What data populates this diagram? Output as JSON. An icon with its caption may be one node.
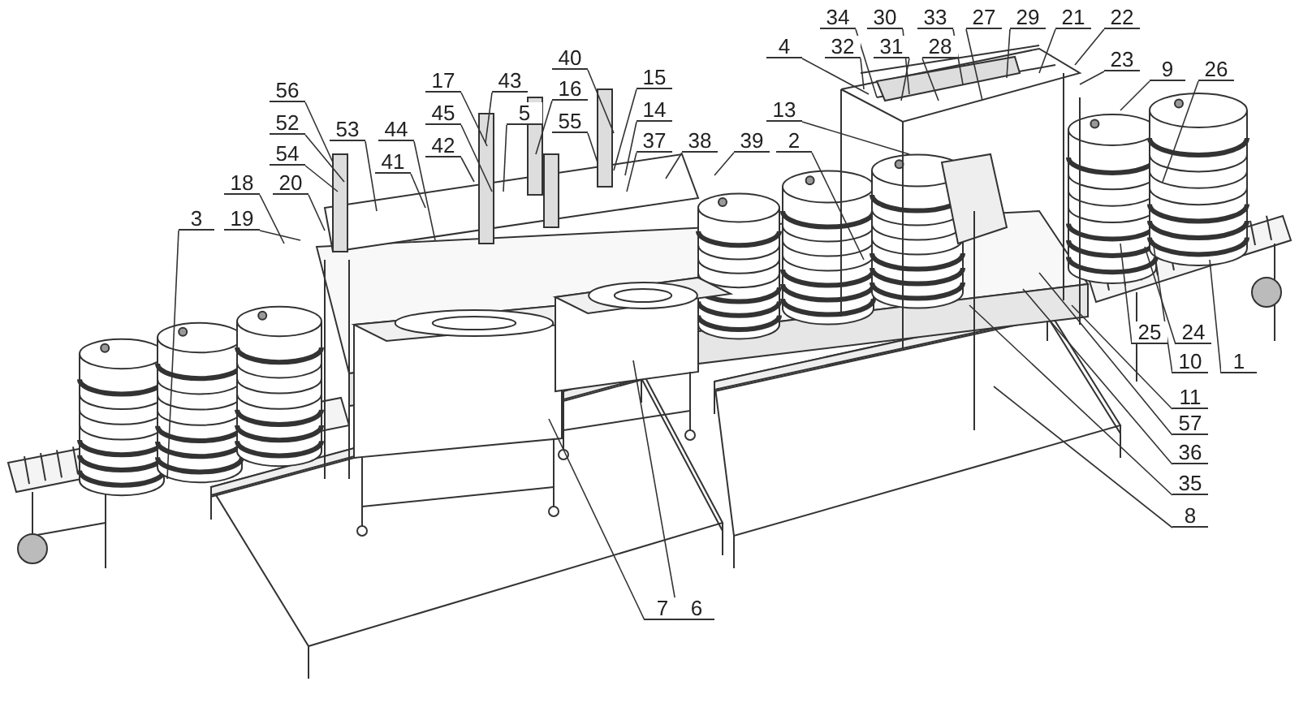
{
  "diagram": {
    "nodes": [
      {
        "text": [
          "34"
        ]
      },
      {
        "text": [
          "30"
        ]
      },
      {
        "text": [
          "33"
        ]
      },
      {
        "text": [
          "27"
        ]
      },
      {
        "text": [
          "29"
        ]
      },
      {
        "text": [
          "21"
        ]
      },
      {
        "text": [
          "22"
        ]
      },
      {
        "text": [
          "4"
        ]
      },
      {
        "text": [
          "32"
        ]
      },
      {
        "text": [
          "31"
        ]
      },
      {
        "text": [
          "28"
        ]
      },
      {
        "text": [
          "40"
        ]
      },
      {
        "text": [
          "23"
        ]
      },
      {
        "text": [
          "9"
        ]
      },
      {
        "text": [
          "26"
        ]
      },
      {
        "text": [
          "17"
        ]
      },
      {
        "text": [
          "43"
        ]
      },
      {
        "text": [
          "16"
        ]
      },
      {
        "text": [
          "56"
        ]
      },
      {
        "text": [
          "15"
        ]
      },
      {
        "text": [
          "45"
        ]
      },
      {
        "text": [
          "5"
        ]
      },
      {
        "text": [
          "55"
        ]
      },
      {
        "text": [
          "52"
        ]
      },
      {
        "text": [
          "53"
        ]
      },
      {
        "text": [
          "44"
        ]
      },
      {
        "text": [
          "14"
        ]
      },
      {
        "text": [
          "13"
        ]
      },
      {
        "text": [
          "37"
        ]
      },
      {
        "text": [
          "38"
        ]
      },
      {
        "text": [
          "39"
        ]
      },
      {
        "text": [
          "2"
        ]
      },
      {
        "text": [
          "42"
        ]
      },
      {
        "text": [
          "54"
        ]
      },
      {
        "text": [
          "41"
        ]
      },
      {
        "text": [
          "18"
        ]
      },
      {
        "text": [
          "20"
        ]
      },
      {
        "text": [
          "3"
        ]
      },
      {
        "text": [
          "19"
        ]
      },
      {
        "text": [
          "25"
        ]
      },
      {
        "text": [
          "24"
        ]
      },
      {
        "text": [
          "10"
        ]
      },
      {
        "text": [
          "1"
        ]
      },
      {
        "text": [
          "11"
        ]
      },
      {
        "text": [
          "57"
        ]
      },
      {
        "text": [
          "36"
        ]
      },
      {
        "text": [
          "35"
        ]
      },
      {
        "text": [
          "8"
        ]
      },
      {
        "text": [
          "7"
        ]
      },
      {
        "text": [
          "6"
        ]
      }
    ],
    "edges": [
      {
        "from": 0,
        "to": null,
        "arrow": "none"
      },
      {
        "from": 1,
        "to": null,
        "arrow": "none"
      },
      {
        "from": 2,
        "to": null,
        "arrow": "none"
      },
      {
        "from": 3,
        "to": null,
        "arrow": "none"
      },
      {
        "from": 4,
        "to": null,
        "arrow": "none"
      },
      {
        "from": 5,
        "to": null,
        "arrow": "none"
      },
      {
        "from": 6,
        "to": null,
        "arrow": "none"
      },
      {
        "from": 7,
        "to": null,
        "arrow": "none"
      },
      {
        "from": 8,
        "to": null,
        "arrow": "none"
      },
      {
        "from": 9,
        "to": null,
        "arrow": "none"
      },
      {
        "from": 10,
        "to": null,
        "arrow": "none"
      },
      {
        "from": 11,
        "to": null,
        "arrow": "none"
      },
      {
        "from": 12,
        "to": null,
        "arrow": "none"
      },
      {
        "from": 13,
        "to": null,
        "arrow": "none"
      },
      {
        "from": 14,
        "to": null,
        "arrow": "none"
      },
      {
        "from": 15,
        "to": null,
        "arrow": "none"
      },
      {
        "from": 16,
        "to": null,
        "arrow": "none"
      },
      {
        "from": 17,
        "to": null,
        "arrow": "none"
      },
      {
        "from": 18,
        "to": null,
        "arrow": "none"
      },
      {
        "from": 19,
        "to": null,
        "arrow": "none"
      },
      {
        "from": 20,
        "to": null,
        "arrow": "none"
      },
      {
        "from": 21,
        "to": null,
        "arrow": "none"
      },
      {
        "from": 22,
        "to": null,
        "arrow": "none"
      },
      {
        "from": 23,
        "to": null,
        "arrow": "none"
      },
      {
        "from": 24,
        "to": null,
        "arrow": "none"
      },
      {
        "from": 25,
        "to": null,
        "arrow": "none"
      },
      {
        "from": 26,
        "to": null,
        "arrow": "none"
      },
      {
        "from": 27,
        "to": null,
        "arrow": "none"
      },
      {
        "from": 28,
        "to": null,
        "arrow": "none"
      },
      {
        "from": 29,
        "to": null,
        "arrow": "none"
      },
      {
        "from": 30,
        "to": null,
        "arrow": "none"
      },
      {
        "from": 31,
        "to": null,
        "arrow": "none"
      },
      {
        "from": 32,
        "to": null,
        "arrow": "none"
      },
      {
        "from": 33,
        "to": null,
        "arrow": "none"
      },
      {
        "from": 34,
        "to": null,
        "arrow": "none"
      },
      {
        "from": 35,
        "to": null,
        "arrow": "none"
      },
      {
        "from": 36,
        "to": null,
        "arrow": "none"
      },
      {
        "from": 37,
        "to": null,
        "arrow": "none"
      },
      {
        "from": 38,
        "to": null,
        "arrow": "none"
      },
      {
        "from": 39,
        "to": null,
        "arrow": "none"
      },
      {
        "from": 40,
        "to": null,
        "arrow": "none"
      },
      {
        "from": 41,
        "to": null,
        "arrow": "none"
      },
      {
        "from": 42,
        "to": null,
        "arrow": "none"
      },
      {
        "from": 43,
        "to": null,
        "arrow": "none"
      },
      {
        "from": 44,
        "to": null,
        "arrow": "none"
      },
      {
        "from": 45,
        "to": null,
        "arrow": "none"
      },
      {
        "from": 46,
        "to": null,
        "arrow": "none"
      },
      {
        "from": 47,
        "to": null,
        "arrow": "none"
      },
      {
        "from": 48,
        "to": null,
        "arrow": "none"
      },
      {
        "from": 49,
        "to": null,
        "arrow": "none"
      }
    ]
  }
}
